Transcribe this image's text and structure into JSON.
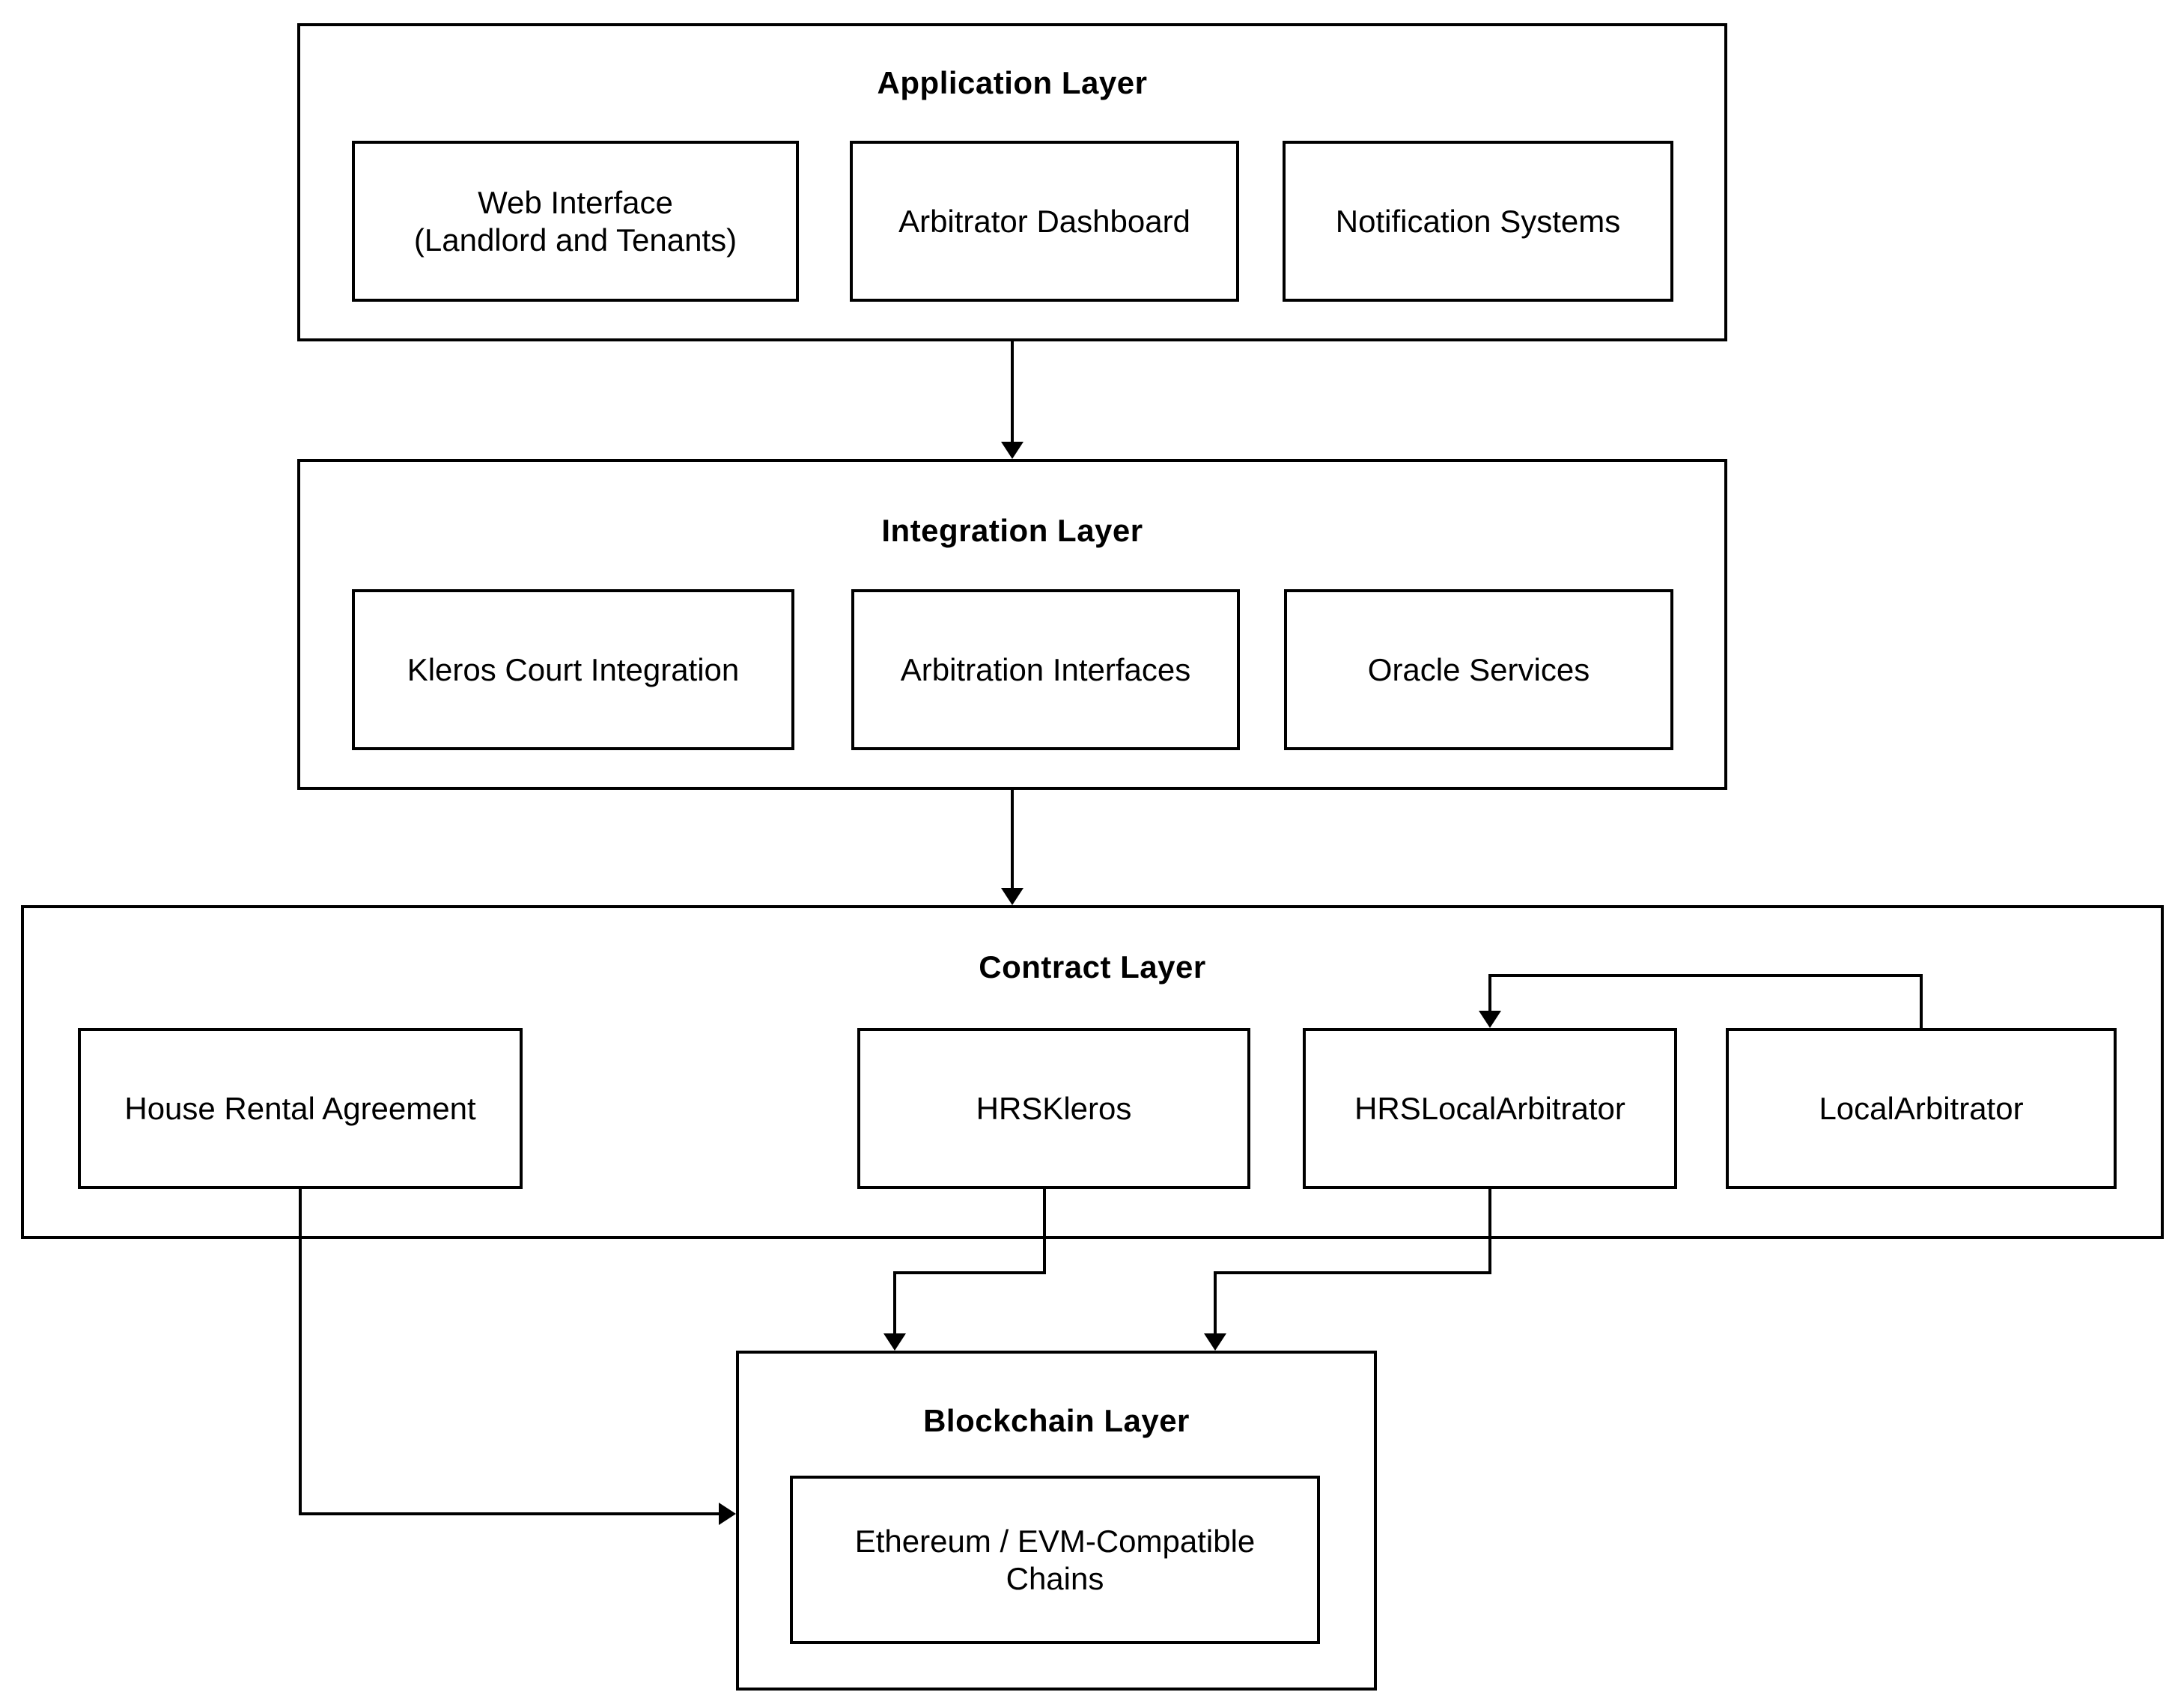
{
  "diagram": {
    "background_color": "#ffffff",
    "line_color": "#000000",
    "layers": [
      {
        "id": "application-layer",
        "title": "Application Layer",
        "nodes": [
          {
            "id": "web-interface",
            "label": "Web Interface\n(Landlord and Tenants)"
          },
          {
            "id": "arbitrator-dashboard",
            "label": "Arbitrator Dashboard"
          },
          {
            "id": "notification-systems",
            "label": "Notification Systems"
          }
        ]
      },
      {
        "id": "integration-layer",
        "title": "Integration Layer",
        "nodes": [
          {
            "id": "kleros-court-integration",
            "label": "Kleros Court Integration"
          },
          {
            "id": "arbitration-interfaces",
            "label": "Arbitration Interfaces"
          },
          {
            "id": "oracle-services",
            "label": "Oracle Services"
          }
        ]
      },
      {
        "id": "contract-layer",
        "title": "Contract Layer",
        "nodes": [
          {
            "id": "house-rental-agreement",
            "label": "House Rental Agreement"
          },
          {
            "id": "hrskleros",
            "label": "HRSKleros"
          },
          {
            "id": "hrslocalarbitrator",
            "label": "HRSLocalArbitrator"
          },
          {
            "id": "localarbitrator",
            "label": "LocalArbitrator"
          }
        ]
      },
      {
        "id": "blockchain-layer",
        "title": "Blockchain Layer",
        "nodes": [
          {
            "id": "ethereum-evm-chains",
            "label": "Ethereum / EVM-Compatible\nChains"
          }
        ]
      }
    ],
    "connectors": [
      {
        "id": "application-to-integration",
        "from": "Application Layer",
        "to": "Integration Layer",
        "style": "straight-down-arrow"
      },
      {
        "id": "integration-to-contract",
        "from": "Integration Layer",
        "to": "Contract Layer",
        "style": "straight-down-arrow"
      },
      {
        "id": "localarbitrator-to-hrslocalarbitrator",
        "from": "LocalArbitrator",
        "to": "HRSLocalArbitrator",
        "style": "elbow-up-left-down-arrow"
      },
      {
        "id": "hrskleros-to-blockchain",
        "from": "HRSKleros",
        "to": "Blockchain Layer",
        "style": "elbow-down-left-down-arrow"
      },
      {
        "id": "hrslocalarbitrator-to-blockchain",
        "from": "HRSLocalArbitrator",
        "to": "Blockchain Layer",
        "style": "elbow-down-left-down-arrow"
      },
      {
        "id": "house-rental-agreement-to-blockchain",
        "from": "House Rental Agreement",
        "to": "Blockchain Layer",
        "style": "elbow-down-right-arrow"
      }
    ]
  }
}
